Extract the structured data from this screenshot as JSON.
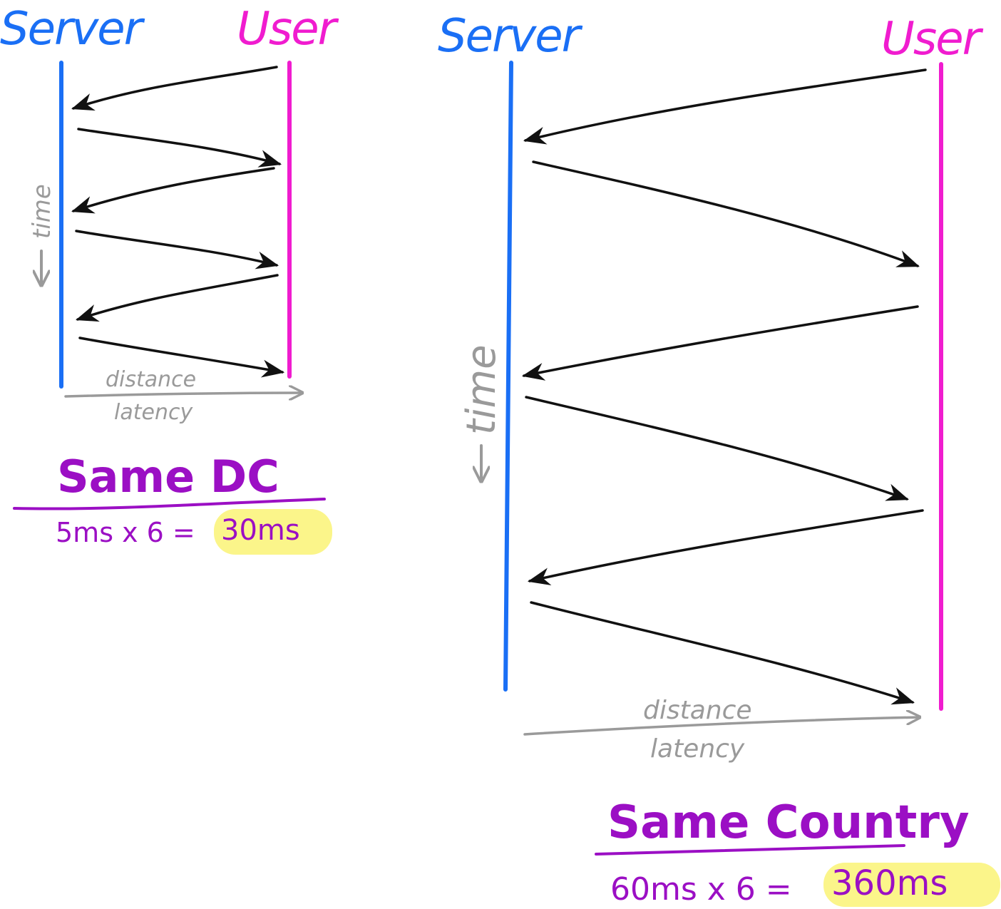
{
  "colors": {
    "server": "#1a6ff5",
    "user": "#f01ccf",
    "arrow": "#111111",
    "axis": "#9a9a9a",
    "title": "#9b0fc4",
    "highlight": "#fbf58a"
  },
  "diagrams": [
    {
      "server_label": "Server",
      "user_label": "User",
      "time_label": "time",
      "distance_label": "distance",
      "latency_label": "latency",
      "title": "Same DC",
      "formula_prefix": "5ms x 6 =",
      "formula_result": "30ms",
      "message_count": 6
    },
    {
      "server_label": "Server",
      "user_label": "User",
      "time_label": "time",
      "distance_label": "distance",
      "latency_label": "latency",
      "title": "Same Country",
      "formula_prefix": "60ms x 6 =",
      "formula_result": "360ms",
      "message_count": 6
    }
  ]
}
